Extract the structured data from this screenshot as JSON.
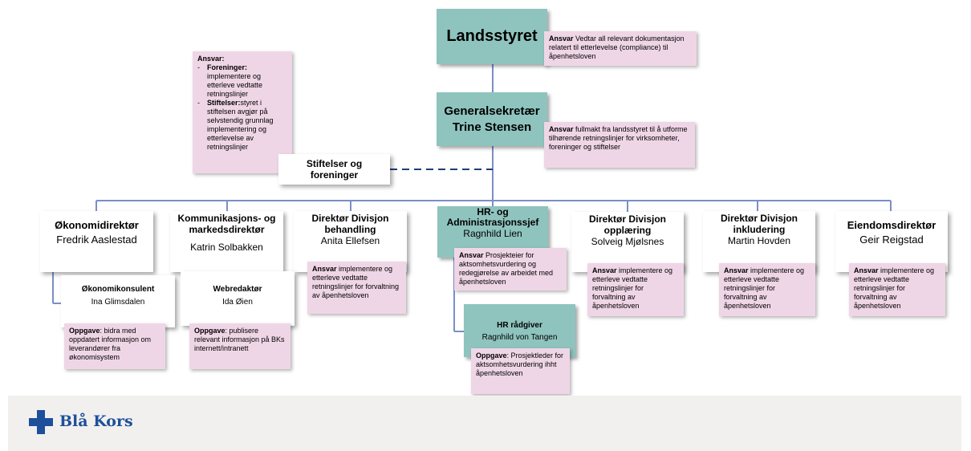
{
  "boards": {
    "landsstyret": {
      "title": "Landsstyret"
    },
    "landsstyret_note": {
      "label": "Ansvar",
      "text": " Vedtar all relevant dokumentasjon relatert til etterlevelse (compliance) til åpenhetsloven"
    },
    "gensek": {
      "title": "Generalsekretær",
      "name": "Trine Stensen"
    },
    "gensek_note": {
      "label": "Ansvar",
      "text": " fullmakt fra landsstyret til å utforme tilhørende retningslinjer for  virksomheter, foreninger og stiftelser"
    },
    "stiftelser": {
      "title": "Stiftelser og foreninger"
    },
    "stiftelser_note": {
      "label": "Ansvar:",
      "item1_label": "Foreninger:",
      "item1_text": " implementere og etterleve vedtatte retningslinjer",
      "item2_label": "Stiftelser:",
      "item2_text": "styret i stiftelsen avgjør på selvstendig grunnlag implementering og etterlevelse av retningslinjer"
    }
  },
  "directors": [
    {
      "title": "Økonomidirektør",
      "name": "Fredrik Aaslestad"
    },
    {
      "title": "Kommunikasjons- og markedsdirektør",
      "name": "Katrin Solbakken"
    },
    {
      "title": "Direktør Divisjon behandling",
      "name": "Anita Ellefsen",
      "note_label": "Ansvar",
      "note_text": " implementere og etterleve vedtatte retningslinjer for forvaltning av åpenhetsloven"
    },
    {
      "title": "HR- og Administrasjonssjef",
      "name": "Ragnhild Lien",
      "note_label": "Ansvar",
      "note_text": " Prosjekteier for aktsomhetsvurdering og redegjørelse av arbeidet med åpenhetsloven"
    },
    {
      "title": "Direktør Divisjon opplæring",
      "name": "Solveig Mjølsnes",
      "note_label": "Ansvar",
      "note_text": " implementere og etterleve vedtatte retningslinjer for forvaltning av åpenhetsloven"
    },
    {
      "title": "Direktør Divisjon inkludering",
      "name": "Martin Hovden",
      "note_label": "Ansvar",
      "note_text": " implementere og etterleve vedtatte retningslinjer for forvaltning av åpenhetsloven"
    },
    {
      "title": "Eiendomsdirektør",
      "name": "Geir Reigstad",
      "note_label": "Ansvar",
      "note_text": " implementere og etterleve vedtatte retningslinjer for forvaltning av åpenhetsloven"
    }
  ],
  "subs": {
    "okonomikonsulent": {
      "title": "Økonomikonsulent",
      "name": "Ina Glimsdalen",
      "note_label": "Oppgave",
      "note_text": ": bidra med oppdatert informasjon om leverandører fra økonomisystem"
    },
    "webredaktor": {
      "title": "Webredaktør",
      "name": "Ida Øien",
      "note_label": "Oppgave",
      "note_text": ": publisere relevant informasjon på BKs internett/intranett"
    },
    "hr_radgiver": {
      "title": "HR rådgiver",
      "name": "Ragnhild von Tangen",
      "note_label": "Oppgave",
      "note_text": ": Prosjektleder for aktsomhetsvurdering ihht åpenhetsloven"
    }
  },
  "footer": {
    "logo_text": "Blå Kors",
    "logo_color": "#1d4f9b",
    "logo_icon": "cross-icon"
  },
  "colors": {
    "teal": "#8fc4be",
    "pink": "#efd6e6",
    "line": "#7b8fc7",
    "dashed": "#1f3e7a"
  }
}
